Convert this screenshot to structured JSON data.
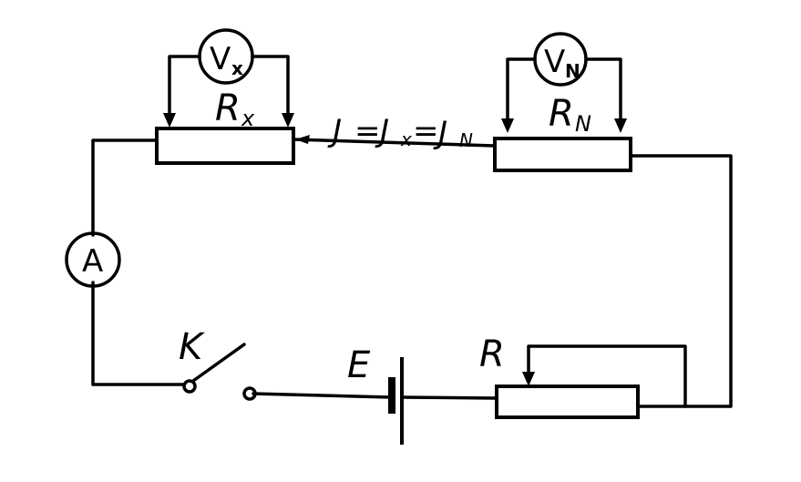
{
  "labels": {
    "rx_main": "R",
    "rx_sub": "x",
    "rn_main": "R",
    "rn_sub": "N",
    "vx_main": "V",
    "vx_sub": "x",
    "vn_main": "V",
    "vn_sub": "N",
    "ammeter": "A",
    "switch": "K",
    "battery": "E",
    "rheostat": "R",
    "eq_i": "J",
    "eq_eq1": "=",
    "eq_ix": "J",
    "eq_ix_sub": "x",
    "eq_eq2": "=",
    "eq_in": "J",
    "eq_in_sub": "N"
  }
}
